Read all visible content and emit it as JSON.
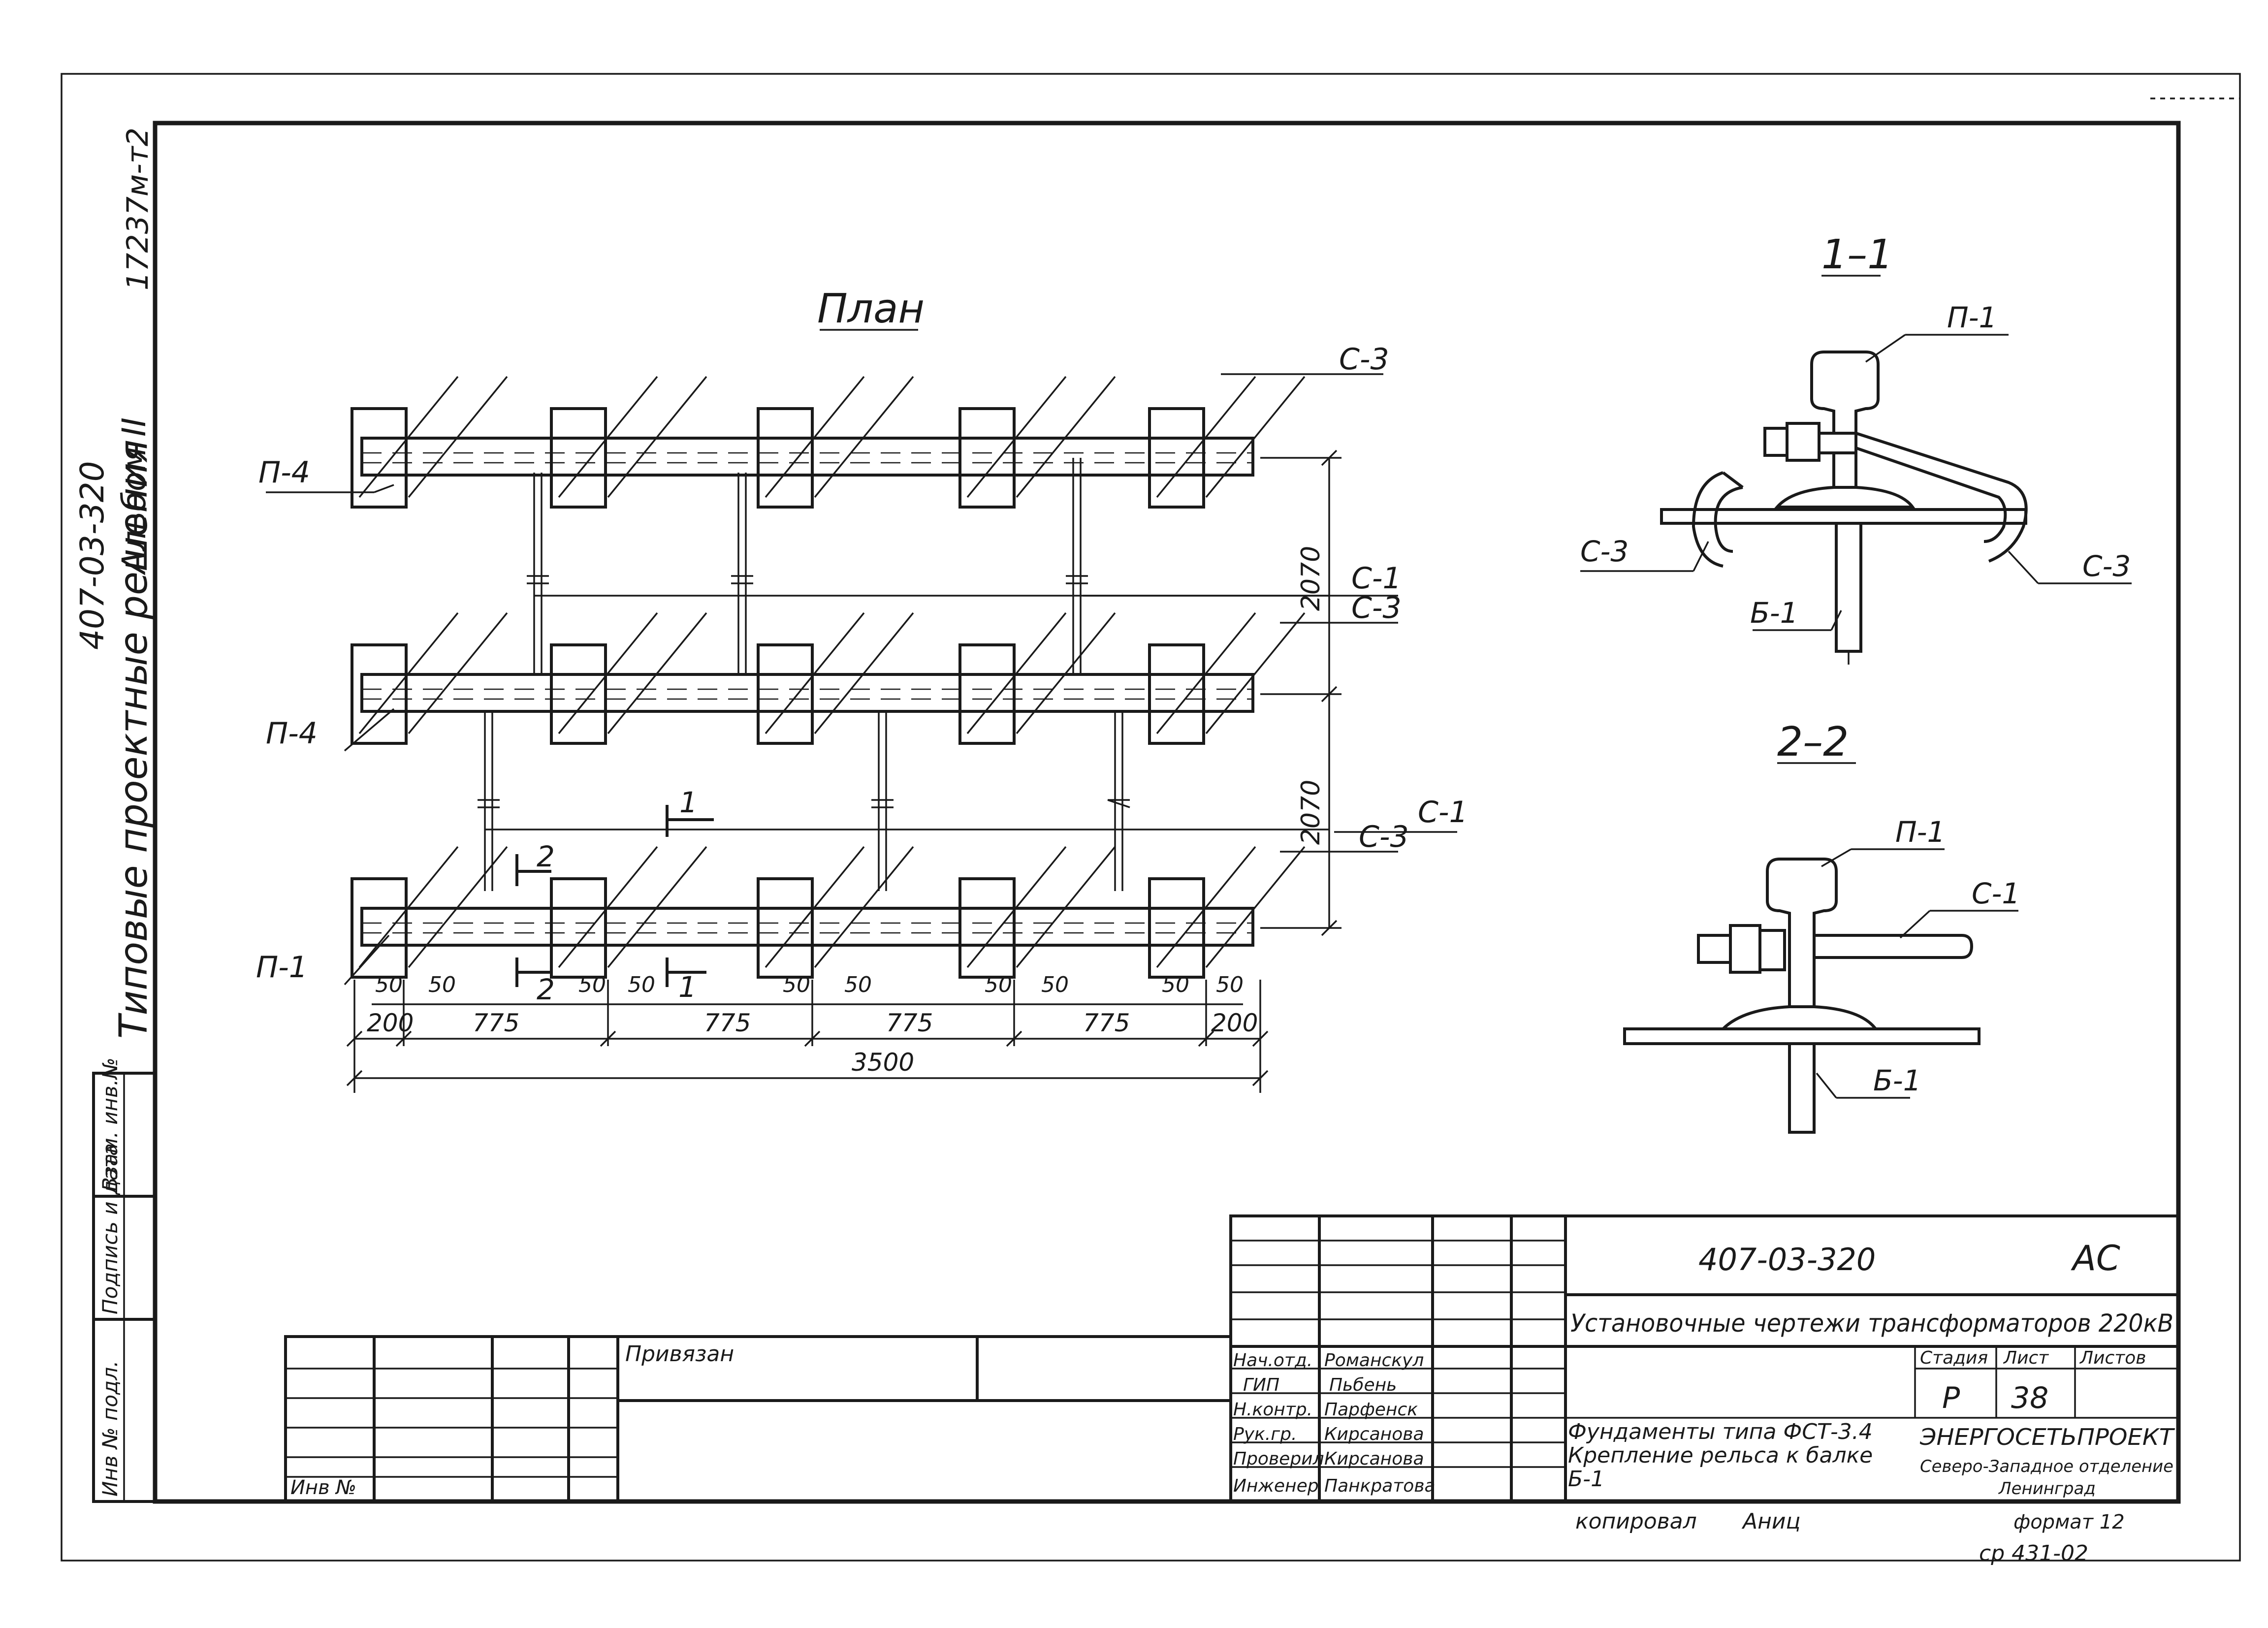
{
  "plan": {
    "title": "План",
    "labels": {
      "c3_a": "С-3",
      "p4_a": "П-4",
      "c1_a": "С-1",
      "c3_b": "С-3",
      "p4_b": "П-4",
      "c1_b": "С-1",
      "c3_c": "С-3",
      "p1": "П-1"
    },
    "dims": {
      "v1": "2070",
      "v2": "2070",
      "d50": [
        "50",
        "50",
        "50",
        "50",
        "50",
        "50",
        "50",
        "50",
        "50",
        "50"
      ],
      "d200_l": "200",
      "d775": [
        "775",
        "775",
        "775",
        "775"
      ],
      "d200_r": "200",
      "total": "3500"
    },
    "section_marks": {
      "m1_top": "1",
      "m1_bot": "1",
      "m2_top": "2",
      "m2_bot": "2"
    }
  },
  "section_1": {
    "title": "1–1",
    "labels": {
      "p1": "П-1",
      "c3_l": "С-3",
      "c3_r": "С-3",
      "b1": "Б-1"
    }
  },
  "section_2": {
    "title": "2–2",
    "labels": {
      "p1": "П-1",
      "c1": "С-1",
      "b1": "Б-1"
    }
  },
  "left_margin": {
    "series": "Типовые проектные решения",
    "code": "407-03-320",
    "album": "Альбом II",
    "id": "17237м-т2",
    "stamp_cols": [
      "Инв № подл.",
      "Подпись и дата",
      "Взам. инв.№"
    ]
  },
  "title_block": {
    "code": "407-03-320",
    "mark": "АС",
    "project": "Установочные чертежи трансформаторов 220кВ",
    "privyazan": "Привязан",
    "inv": "Инв №",
    "roles": [
      "Нач.отд.",
      "ГИП",
      "Н.контр.",
      "Рук.гр.",
      "Проверил",
      "Инженер"
    ],
    "names": [
      "Романскул",
      "Пьбень",
      "Парфенск",
      "Кирсанова",
      "Кирсанова",
      "Панкратова"
    ],
    "sheet_title": "Фундаменты типа ФСТ-3.4 Крепление рельса к балке Б-1",
    "stage_label": "Стадия",
    "sheet_label": "Лист",
    "sheets_label": "Листов",
    "stage": "Р",
    "sheet_no": "38",
    "org": "ЭНЕРГОСЕТЬПРОЕКТ",
    "branch": "Северо-Западное отделение",
    "city": "Ленинград",
    "copied": "копировал",
    "copier": "Аниц",
    "format": "формат 12",
    "ref": "ср 431-02"
  }
}
